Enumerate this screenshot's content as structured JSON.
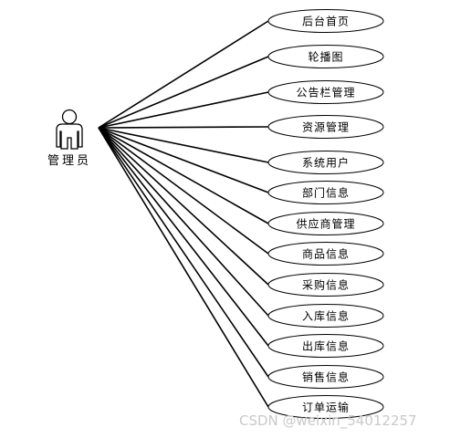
{
  "actor": {
    "label": "管理员",
    "icon": "person-icon"
  },
  "use_cases": [
    "后台首页",
    "轮播图",
    "公告栏管理",
    "资源管理",
    "系统用户",
    "部门信息",
    "供应商管理",
    "商品信息",
    "采购信息",
    "入库信息",
    "出库信息",
    "销售信息",
    "订单运输"
  ],
  "watermark": "CSDN @weixin_54012257",
  "colors": {
    "line": "#000000",
    "ellipse_fill": "#ffffff",
    "ellipse_stroke": "#000000",
    "text": "#000000",
    "watermark": "#c9c9c9"
  }
}
